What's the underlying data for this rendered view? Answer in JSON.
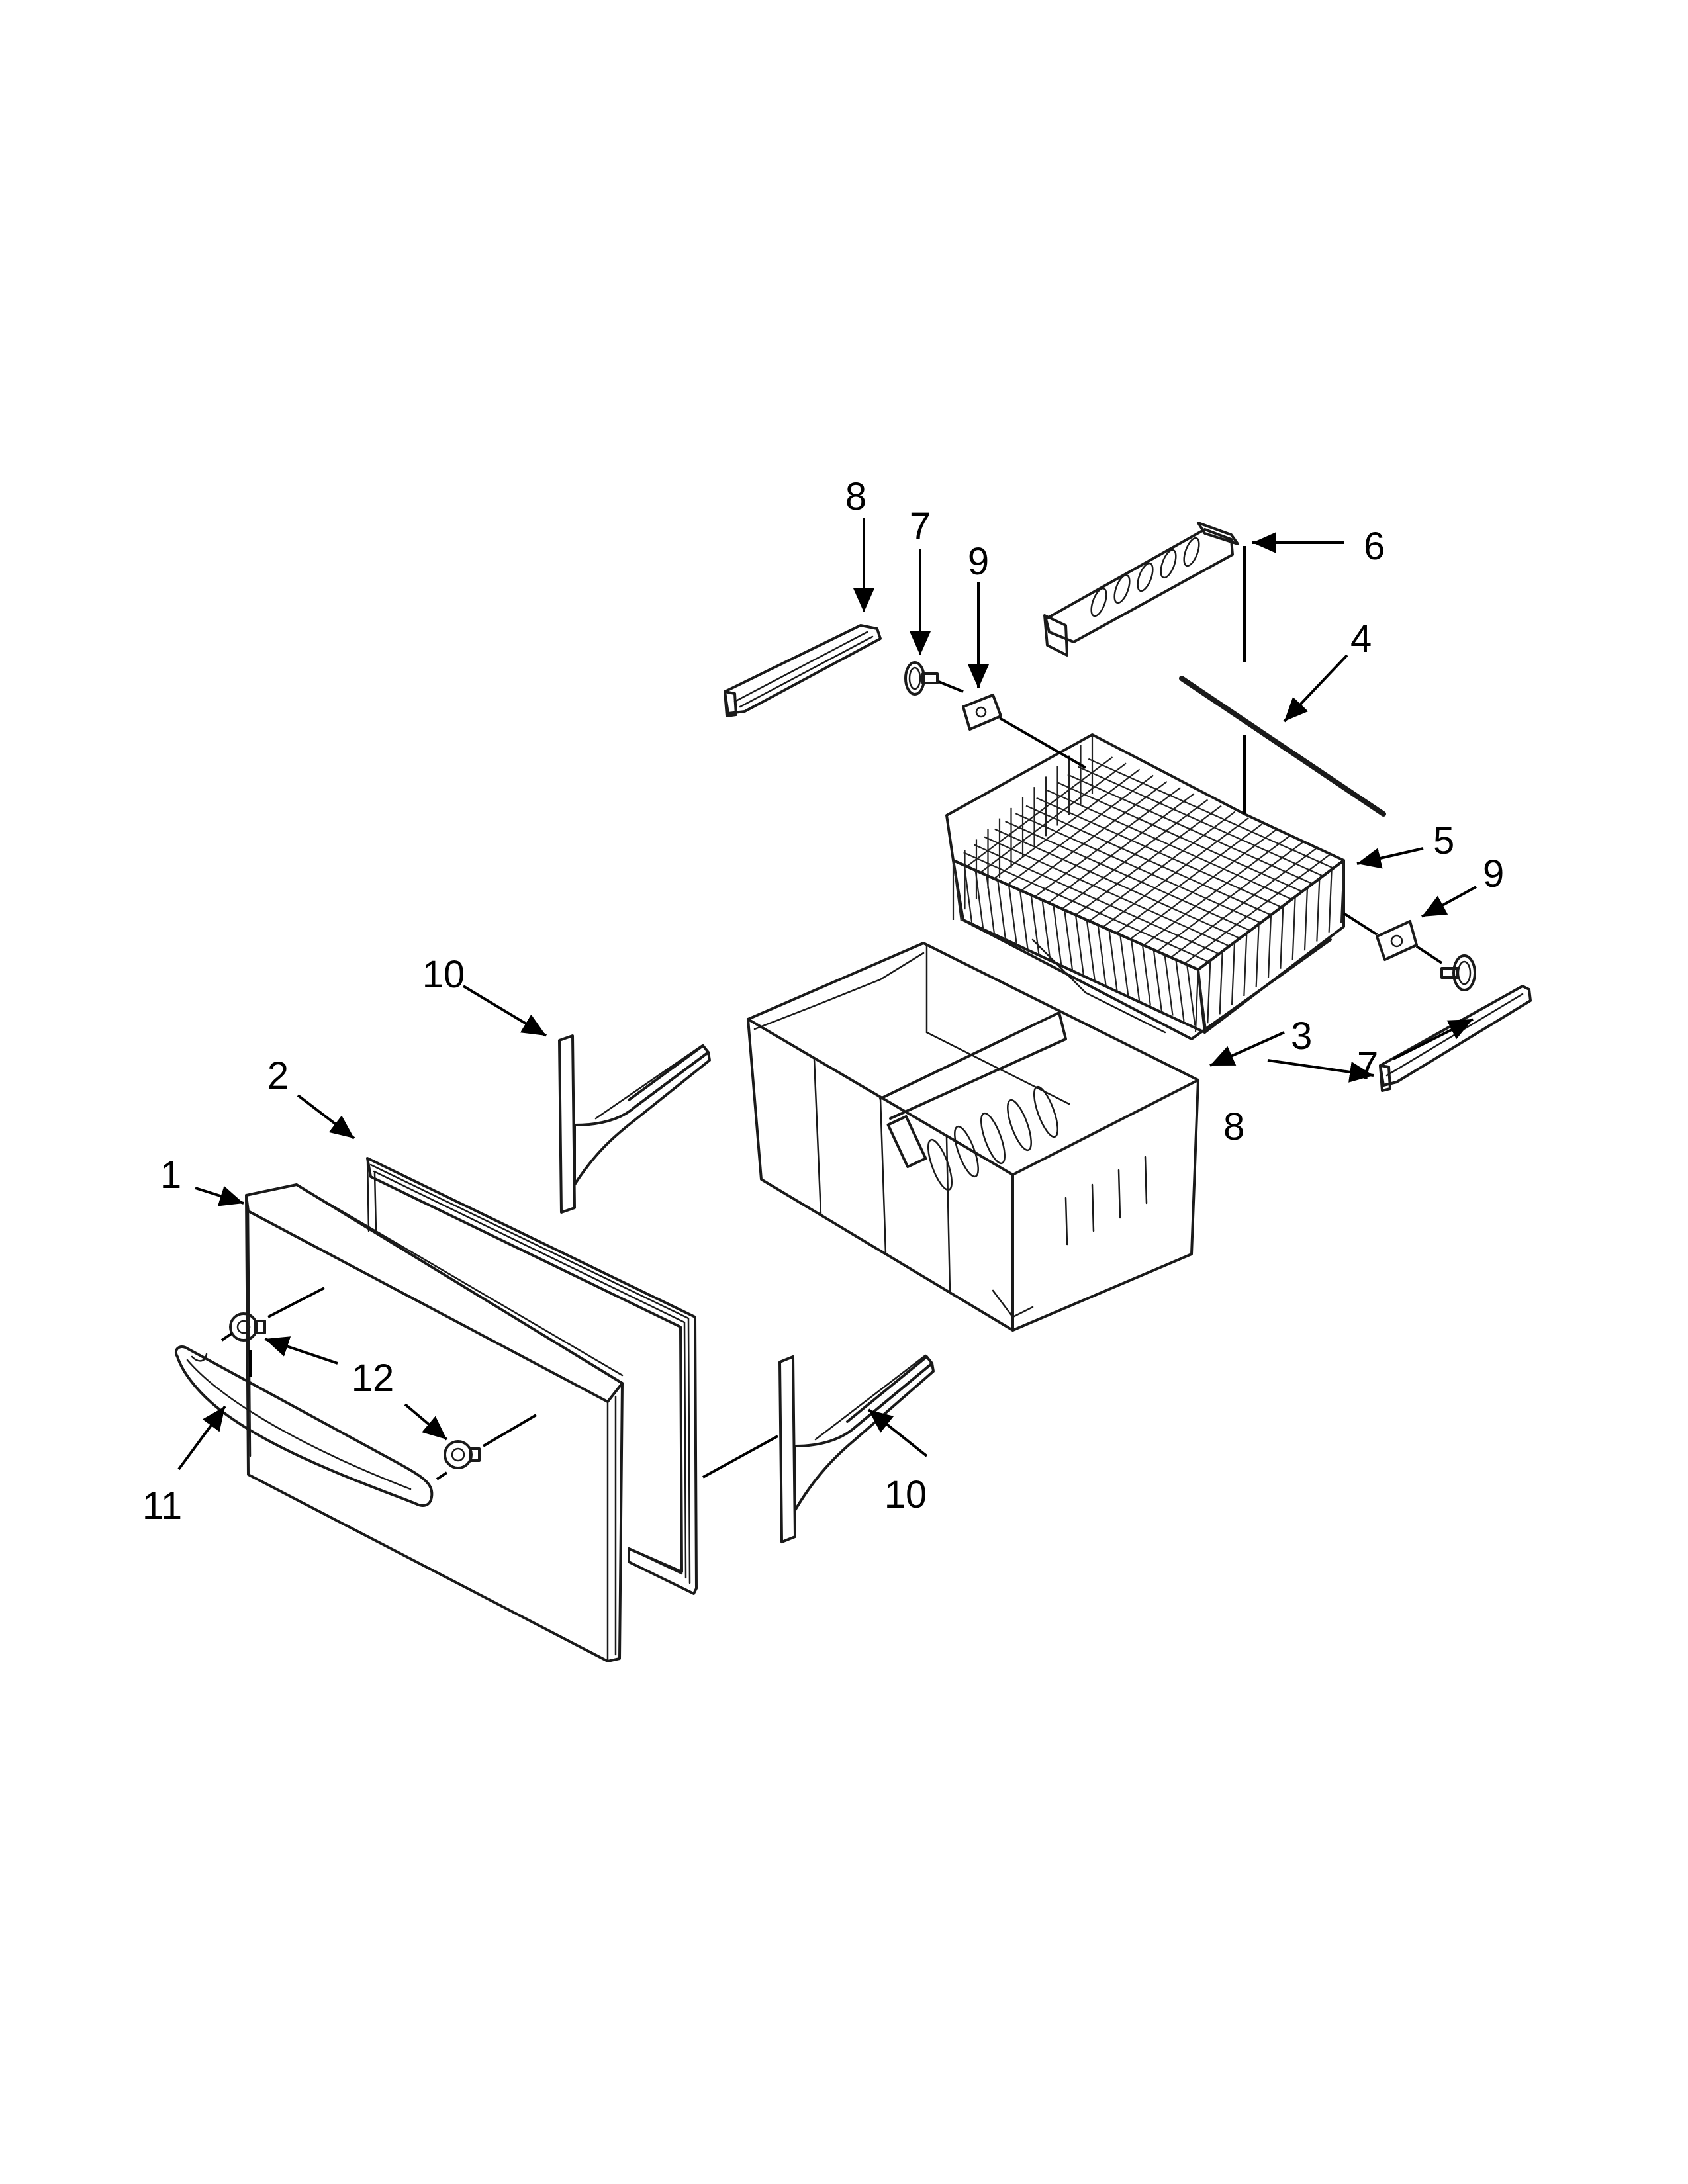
{
  "diagram": {
    "colors": {
      "line": "#000000",
      "background": "#ffffff"
    },
    "callouts": [
      {
        "id": "c1",
        "text": "1"
      },
      {
        "id": "c2",
        "text": "2"
      },
      {
        "id": "c3",
        "text": "3"
      },
      {
        "id": "c4",
        "text": "4"
      },
      {
        "id": "c5",
        "text": "5"
      },
      {
        "id": "c6",
        "text": "6"
      },
      {
        "id": "c7a",
        "text": "7"
      },
      {
        "id": "c7b",
        "text": "7"
      },
      {
        "id": "c8a",
        "text": "8"
      },
      {
        "id": "c8b",
        "text": "8"
      },
      {
        "id": "c9a",
        "text": "9"
      },
      {
        "id": "c9b",
        "text": "9"
      },
      {
        "id": "c10a",
        "text": "10"
      },
      {
        "id": "c10b",
        "text": "10"
      },
      {
        "id": "c11",
        "text": "11"
      },
      {
        "id": "c12",
        "text": "12"
      }
    ]
  }
}
